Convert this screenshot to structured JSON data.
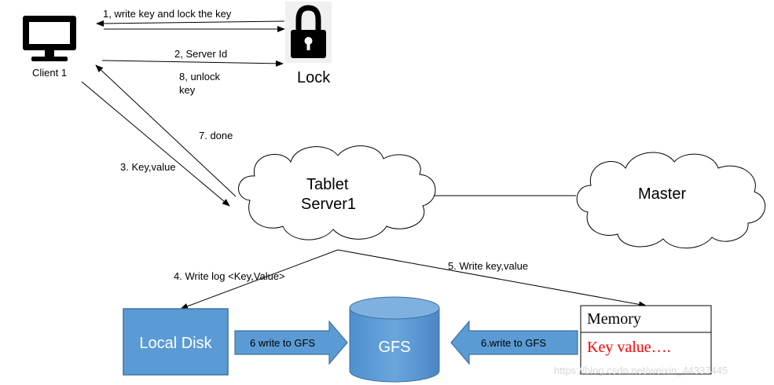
{
  "nodes": {
    "client": "Client 1",
    "lock": "Lock",
    "tablet_line1": "Tablet",
    "tablet_line2": "Server1",
    "master": "Master",
    "local_disk": "Local Disk",
    "gfs": "GFS",
    "memory": "Memory",
    "memory_entry": "Key value…."
  },
  "edges": {
    "e1": "1, write key and lock the key",
    "e2": "2, Server Id",
    "e8_line1": "8, unlock",
    "e8_line2": "key",
    "e7": "7. done",
    "e3": "3. Key,value",
    "e4": "4. Write log <Key,Value>",
    "e5": "5. Write key,value",
    "e6a": "6 write to GFS",
    "e6b": "6.write to GFS"
  },
  "watermark": "https://blog.csdn.net/weixin_44337445",
  "colors": {
    "box_blue": "#5b9bd5",
    "box_border": "#41719c",
    "red_text": "#ff0000"
  }
}
